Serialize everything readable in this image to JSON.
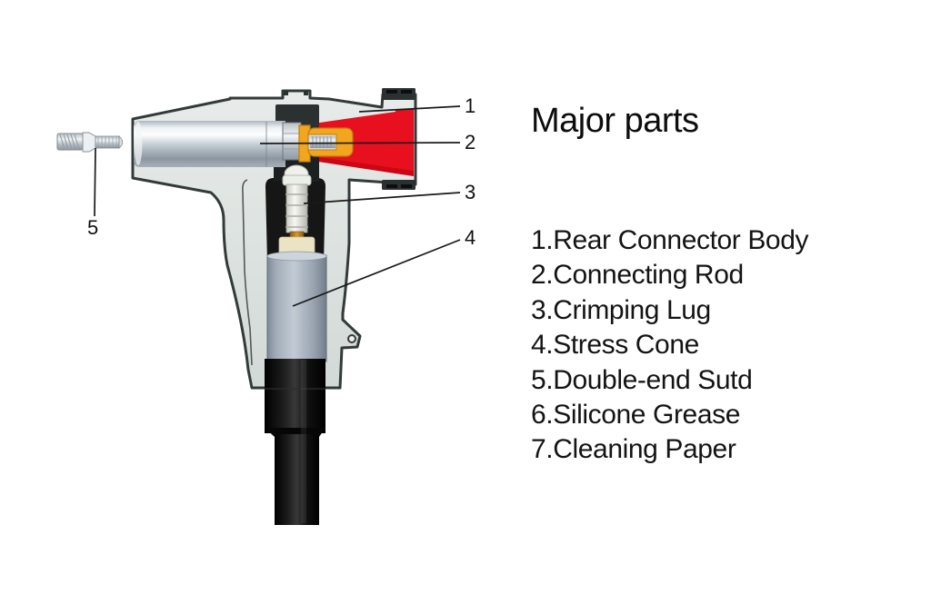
{
  "title": "Major parts",
  "parts": {
    "items": [
      "1.Rear Connector Body",
      "2.Connecting Rod",
      "3.Crimping Lug",
      "4.Stress Cone",
      "5.Double-end Sutd",
      "6.Silicone Grease",
      "7.Cleaning Paper"
    ]
  },
  "diagram": {
    "callouts": [
      "1",
      "2",
      "3",
      "4",
      "5"
    ],
    "colors": {
      "body_gray": "#dde3e0",
      "outline_dark": "#333a3a",
      "insulating_plug_red": "#e8101e",
      "contact_orange": "#f2a51e",
      "stress_cone_gray": "#a3adb9",
      "crimping_lug_white": "#f1f1ec",
      "cable_black": "#141414",
      "cream_insulator": "#ebe4c4"
    }
  }
}
